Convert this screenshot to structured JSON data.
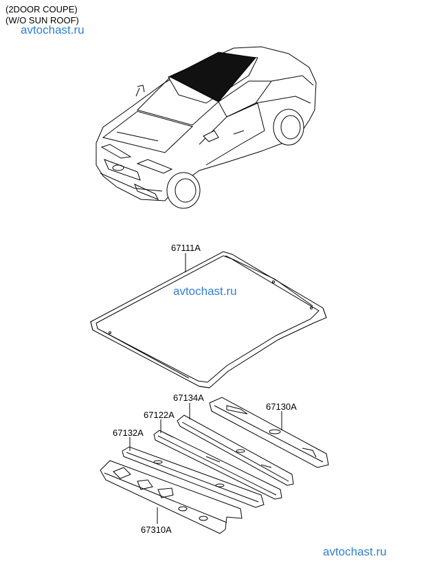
{
  "header": {
    "line1": "(2DOOR COUPE)",
    "line2": "(W/O SUN ROOF)"
  },
  "watermarks": [
    "avtochast.ru",
    "avtochast.ru",
    "avtochast.ru"
  ],
  "colors": {
    "watermark": "#2f7fd0",
    "roof_glass": "#111111"
  },
  "parts": [
    {
      "id": "roof_panel",
      "number": "67111A"
    },
    {
      "id": "rear_rail",
      "number": "67130A"
    },
    {
      "id": "rail_2",
      "number": "67134A"
    },
    {
      "id": "rail_3",
      "number": "67122A"
    },
    {
      "id": "rail_4",
      "number": "67132A"
    },
    {
      "id": "front_header",
      "number": "67310A"
    }
  ]
}
